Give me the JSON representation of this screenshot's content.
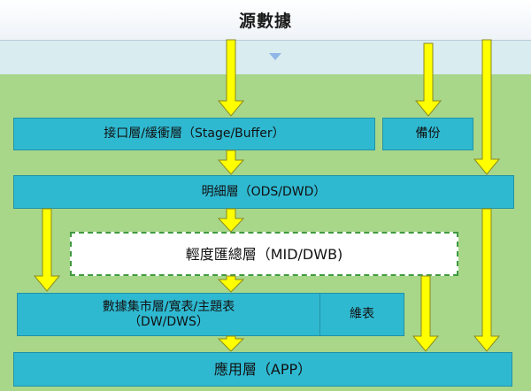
{
  "header": {
    "title": "源數據"
  },
  "layers": {
    "staging": "接口層/緩衝層（Stage/Buffer）",
    "backup": "備份",
    "ods": "明細層（ODS/DWD）",
    "mid": "輕度匯總層（MID/DWB)",
    "dw_line1": "數據集市層/寬表/主題表",
    "dw_line2": "（DW/DWS）",
    "dim": "維表",
    "app": "應用層（APP）"
  },
  "colors": {
    "background": "#a8d78a",
    "layer_box": "#2fb9d1",
    "arrow": "#ffff00",
    "arrow_outline": "#8a8a20"
  }
}
